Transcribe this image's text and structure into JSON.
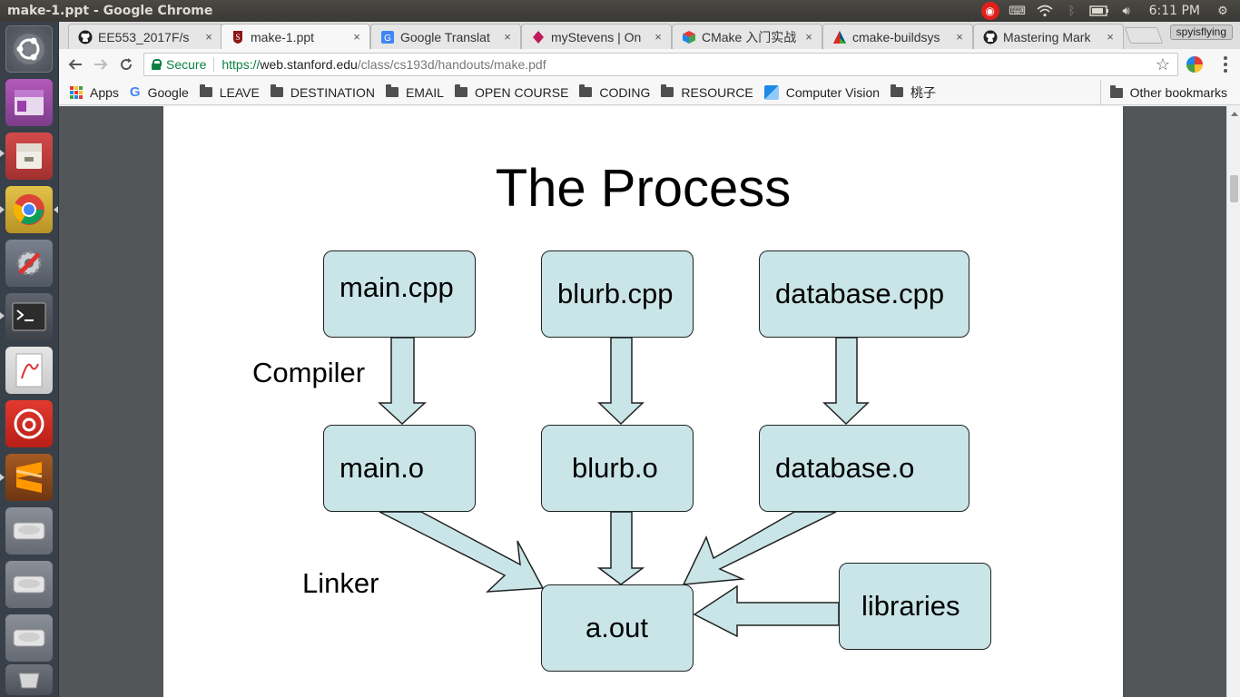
{
  "os": {
    "window_title": "make-1.ppt - Google Chrome",
    "clock": "6:11 PM",
    "tray_icons": [
      "netease-music-icon",
      "keyboard-icon",
      "wifi-icon",
      "bluetooth-icon",
      "battery-icon",
      "volume-icon",
      "settings-gear-icon"
    ],
    "launcher": [
      "ubuntu-dash-icon",
      "unity-tweak-icon",
      "file-cabinet-icon",
      "chrome-icon",
      "system-settings-icon",
      "terminal-icon",
      "pdf-viewer-icon",
      "netease-music-icon",
      "sublime-text-icon",
      "drive-icon",
      "drive-icon",
      "drive-icon",
      "trash-icon"
    ]
  },
  "browser": {
    "tabs": [
      {
        "label": "EE553_2017F/s",
        "icon": "github-icon",
        "active": false
      },
      {
        "label": "make-1.ppt",
        "icon": "stanford-icon",
        "active": true
      },
      {
        "label": "Google Translat",
        "icon": "google-translate-icon",
        "active": false
      },
      {
        "label": "myStevens | On",
        "icon": "stevens-icon",
        "active": false
      },
      {
        "label": "CMake 入门实战",
        "icon": "cmake-cube-icon",
        "active": false
      },
      {
        "label": "cmake-buildsys",
        "icon": "cmake-triangle-icon",
        "active": false
      },
      {
        "label": "Mastering Mark",
        "icon": "github-icon",
        "active": false
      }
    ],
    "tab_close": "×",
    "profile_name": "spyisflying",
    "secure_label": "Secure",
    "url_scheme": "https://",
    "url_host": "web.stanford.edu",
    "url_path": "/class/cs193d/handouts/make.pdf",
    "bookmarks": [
      {
        "label": "Apps",
        "type": "apps"
      },
      {
        "label": "Google",
        "type": "google"
      },
      {
        "label": "LEAVE",
        "type": "folder"
      },
      {
        "label": "DESTINATION",
        "type": "folder"
      },
      {
        "label": "EMAIL",
        "type": "folder"
      },
      {
        "label": "OPEN COURSE",
        "type": "folder"
      },
      {
        "label": "CODING",
        "type": "folder"
      },
      {
        "label": "RESOURCE",
        "type": "folder"
      },
      {
        "label": "Computer Vision",
        "type": "link"
      },
      {
        "label": "桃子",
        "type": "folder"
      }
    ],
    "other_bookmarks": "Other bookmarks"
  },
  "slide": {
    "title": "The Process",
    "sources": [
      "main.cpp",
      "blurb.cpp",
      "database.cpp"
    ],
    "objects": [
      "main.o",
      "blurb.o",
      "database.o"
    ],
    "output": "a.out",
    "libraries": "libraries",
    "compiler_label": "Compiler",
    "linker_label": "Linker",
    "box_fill": "#c9e5e8"
  }
}
